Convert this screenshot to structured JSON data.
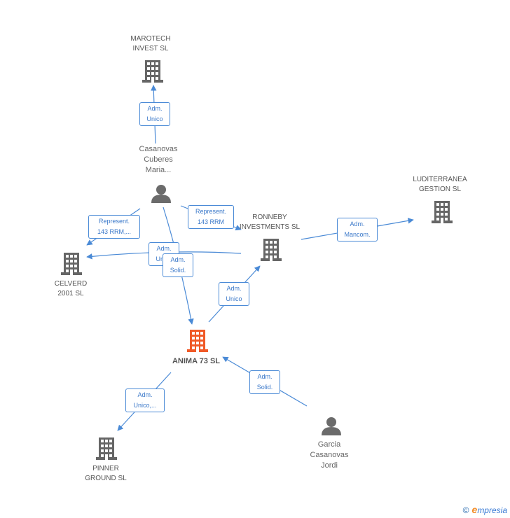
{
  "nodes": {
    "marotech": {
      "line1": "MAROTECH",
      "line2": "INVEST SL"
    },
    "casanovas_maria": {
      "line1": "Casanovas",
      "line2": "Cuberes",
      "line3": "Maria..."
    },
    "luditerranea": {
      "line1": "LUDITERRANEA",
      "line2": "GESTION SL"
    },
    "ronneby": {
      "line1": "RONNEBY",
      "line2": "INVESTMENTS SL"
    },
    "celverd": {
      "line1": "CELVERD",
      "line2": "2001 SL"
    },
    "anima": {
      "line1": "ANIMA 73 SL"
    },
    "pinner": {
      "line1": "PINNER",
      "line2": "GROUND SL"
    },
    "garcia": {
      "line1": "Garcia",
      "line2": "Casanovas",
      "line3": "Jordi"
    }
  },
  "edges": {
    "maria_marotech": {
      "line1": "Adm.",
      "line2": "Unico"
    },
    "maria_celverd_rep": {
      "line1": "Represent.",
      "line2": "143 RRM,..."
    },
    "maria_ronneby_rep": {
      "line1": "Represent.",
      "line2": "143 RRM"
    },
    "ronneby_celverd": {
      "line1": "Adm.",
      "line2": "Unico"
    },
    "maria_anima": {
      "line1": "Adm.",
      "line2": "Solid."
    },
    "ronneby_luditerranea": {
      "line1": "Adm.",
      "line2": "Mancom."
    },
    "anima_ronneby": {
      "line1": "Adm.",
      "line2": "Unico"
    },
    "garcia_anima": {
      "line1": "Adm.",
      "line2": "Solid."
    },
    "anima_pinner": {
      "line1": "Adm.",
      "line2": "Unico,..."
    }
  },
  "brand": {
    "copyright": "©",
    "initial": "e",
    "rest": "mpresia"
  },
  "colors": {
    "edge": "#4a8ad6",
    "building": "#666666",
    "focus": "#f05a28",
    "person": "#6b6b6b"
  }
}
